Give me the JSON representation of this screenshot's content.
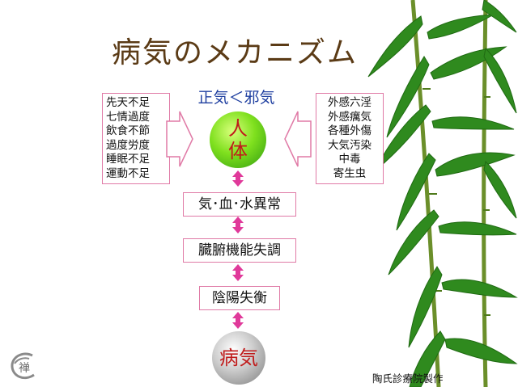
{
  "slide": {
    "title": "病気のメカニズム",
    "balance": "正気＜邪気",
    "left_causes": [
      "先天不足",
      "七情過度",
      "飲食不節",
      "過度労度",
      "睡眠不足",
      "運動不足"
    ],
    "right_causes": [
      "外感六淫",
      "外感癘気",
      "各種外傷",
      "大気汚染",
      "中毒",
      "寄生虫"
    ],
    "top_circle": [
      "人",
      "体"
    ],
    "steps": [
      "気･血･水異常",
      "臓腑機能失調",
      "陰陽失衡"
    ],
    "bottom_circle": "病気",
    "credit": "陶氏診療院製作",
    "logo_glyph": "禅"
  },
  "colors": {
    "title": "#5b3b16",
    "balance_text": "#1f3fa0",
    "circle_text": "#c01b1b",
    "border_pink": "#e07aa6",
    "arrow_pink": "#e0399a",
    "bamboo_green": "#2f8a1e"
  }
}
